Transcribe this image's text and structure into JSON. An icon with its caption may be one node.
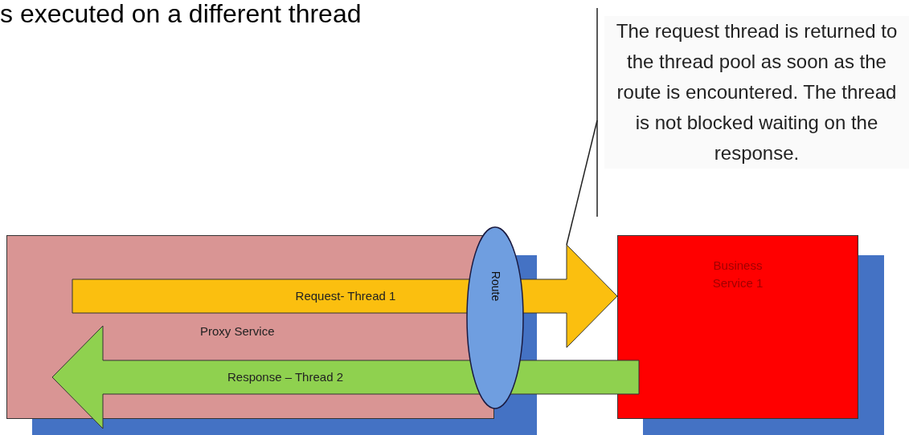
{
  "diagram": {
    "title": "s executed on a different thread",
    "nodes": [
      {
        "text": [
          "Proxy Service"
        ]
      },
      {
        "text": [
          "Route"
        ]
      },
      {
        "text": [
          "Business Service 1"
        ]
      },
      {
        "text": [
          "The request thread is returned to the thread pool as soon as the route is encountered. The thread is not blocked waiting on the response."
        ]
      }
    ],
    "edges": [
      {
        "from": 0,
        "to": 2,
        "arrow": "to",
        "label": "Request- Thread 1",
        "color": "#fbbf0f"
      },
      {
        "from": 2,
        "to": 0,
        "arrow": "to",
        "label": "Response – Thread 2",
        "color": "#8fd14f"
      },
      {
        "from": 3,
        "to": null,
        "arrow": "none"
      }
    ]
  }
}
